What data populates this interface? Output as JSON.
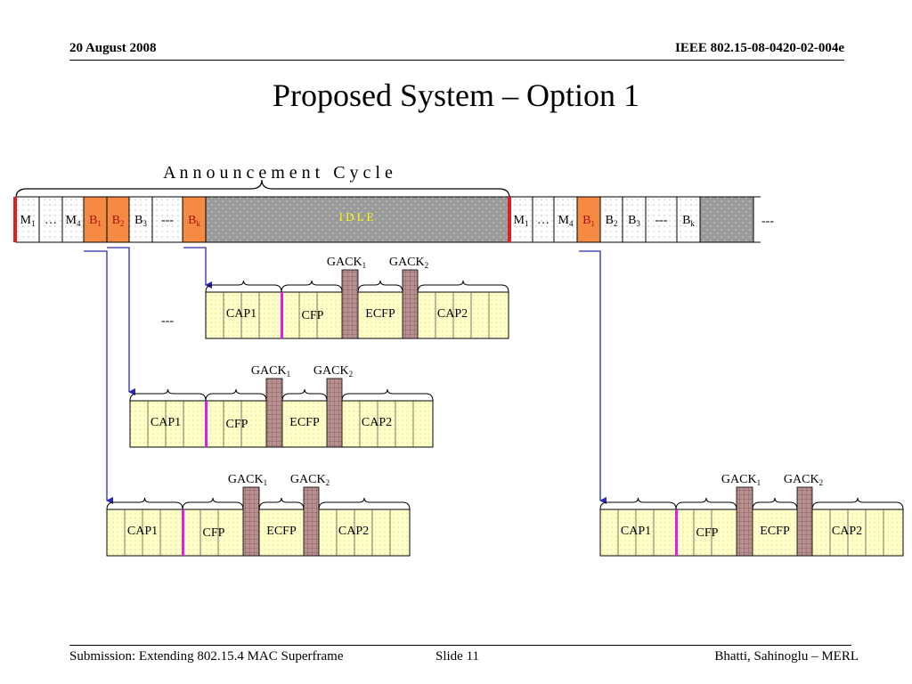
{
  "header": {
    "date": "20 August 2008",
    "doc_id": "IEEE 802.15-08-0420-02-004e"
  },
  "slide": {
    "title": "Proposed System – Option 1"
  },
  "diagram": {
    "cycle_label": "A n n o u n c e m e n t   C y c l e",
    "idle_label": "I D L E",
    "ellipsis": "---",
    "beacon_row_1": [
      {
        "base": "M",
        "sub": "1",
        "type": "mgmt"
      },
      {
        "base": "…",
        "sub": "",
        "type": "mgmt"
      },
      {
        "base": "M",
        "sub": "4",
        "type": "mgmt"
      },
      {
        "base": "B",
        "sub": "1",
        "type": "active"
      },
      {
        "base": "B",
        "sub": "2",
        "type": "active"
      },
      {
        "base": "B",
        "sub": "3",
        "type": "plain"
      },
      {
        "base": "---",
        "sub": "",
        "type": "plain"
      },
      {
        "base": "B",
        "sub": "k",
        "type": "active"
      }
    ],
    "beacon_row_2": [
      {
        "base": "M",
        "sub": "1",
        "type": "mgmt"
      },
      {
        "base": "…",
        "sub": "",
        "type": "mgmt"
      },
      {
        "base": "M",
        "sub": "4",
        "type": "mgmt"
      },
      {
        "base": "B",
        "sub": "1",
        "type": "active"
      },
      {
        "base": "B",
        "sub": "2",
        "type": "plain"
      },
      {
        "base": "B",
        "sub": "3",
        "type": "plain"
      },
      {
        "base": "---",
        "sub": "",
        "type": "plain"
      },
      {
        "base": "B",
        "sub": "k",
        "type": "plain"
      }
    ],
    "superframe": {
      "cap1": "CAP1",
      "cfp": "CFP",
      "ecfp": "ECFP",
      "cap2": "CAP2",
      "gack1": {
        "base": "GACK",
        "sub": "1"
      },
      "gack2": {
        "base": "GACK",
        "sub": "2"
      }
    },
    "colors": {
      "active_slot": "#f58a42",
      "idle_fill": "#9a9a9a",
      "idle_text": "#ffff00",
      "cycle_marker": "#e02020",
      "superframe_fill": "#ffffc8",
      "gack_fill": "#b89090",
      "cfp_marker": "#e020e0",
      "arrow": "#2a2ab4"
    }
  },
  "footer": {
    "submission": "Submission: Extending 802.15.4 MAC Superframe",
    "slide_number": "Slide 11",
    "authors": "Bhatti, Sahinoglu –  MERL"
  }
}
